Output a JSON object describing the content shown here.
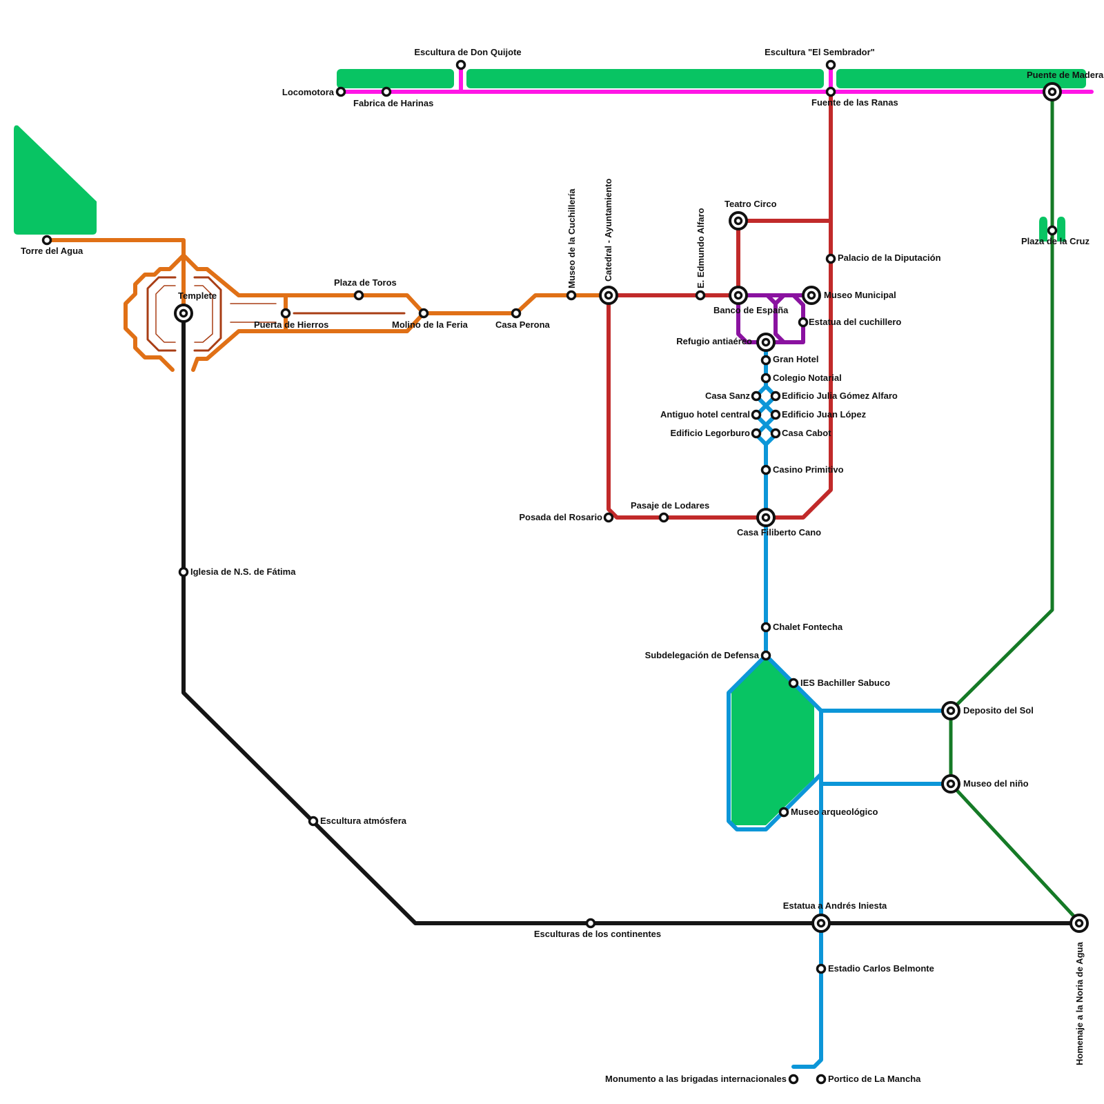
{
  "map": {
    "colors": {
      "park": "#08c463",
      "orange": "#e07016",
      "orange_dark": "#a83d14",
      "red": "#c12a2a",
      "purple": "#8a12a0",
      "blue": "#0c96d8",
      "magenta": "#ff16e6",
      "green": "#157a26",
      "black": "#151515"
    },
    "lines": [
      {
        "id": "magenta",
        "name": "Magenta line"
      },
      {
        "id": "orange",
        "name": "Orange line"
      },
      {
        "id": "red",
        "name": "Red line"
      },
      {
        "id": "purple",
        "name": "Purple line"
      },
      {
        "id": "blue",
        "name": "Blue line"
      },
      {
        "id": "green",
        "name": "Green line"
      },
      {
        "id": "black",
        "name": "Black line"
      }
    ],
    "stations": {
      "locomotora": "Locomotora",
      "fabrica_harinas": "Fabrica de Harinas",
      "don_quijote": "Escultura de Don Quijote",
      "el_sembrador": "Escultura \"El Sembrador\"",
      "fuente_ranas": "Fuente de las Ranas",
      "puente_madera": "Puente de Madera",
      "torre_agua": "Torre del Agua",
      "templete": "Templete",
      "plaza_toros": "Plaza de Toros",
      "puerta_hierros": "Puerta de Hierros",
      "molino_feria": "Molino de la Feria",
      "casa_perona": "Casa Perona",
      "museo_cuchilleria": "Museo de la Cuchillería",
      "catedral": "Catedral - Ayuntamiento",
      "edmundo_alfaro": "E. Edmundo Alfaro",
      "teatro_circo": "Teatro Circo",
      "palacio_diputacion": "Palacio de la Diputación",
      "banco_espana": "Banco de España",
      "museo_municipal": "Museo Municipal",
      "estatua_cuchillero": "Estatua del cuchillero",
      "refugio": "Refugio antiaéreo",
      "gran_hotel": "Gran Hotel",
      "colegio_notarial": "Colegio Notarial",
      "casa_sanz": "Casa Sanz",
      "julia_gomez": "Edificio Julia Gómez Alfaro",
      "antiguo_hotel": "Antiguo hotel central",
      "juan_lopez": "Edificio Juan López",
      "legorburo": "Edificio Legorburo",
      "casa_cabot": "Casa Cabot",
      "casino_primitivo": "Casino Primitivo",
      "posada_rosario": "Posada del Rosario",
      "pasaje_lodares": "Pasaje de Lodares",
      "filiberto_cano": "Casa Filiberto Cano",
      "plaza_cruz": "Plaza de la Cruz",
      "chalet_fontecha": "Chalet Fontecha",
      "subdelegacion": "Subdelegación de Defensa",
      "ies_sabuco": "IES Bachiller Sabuco",
      "deposito_sol": "Deposito del Sol",
      "museo_nino": "Museo del niño",
      "museo_arqueologico": "Museo arqueológico",
      "iglesia_fatima": "Iglesia de N.S. de Fátima",
      "escultura_atmosfera": "Escultura atmósfera",
      "esculturas_continentes": "Esculturas de los continentes",
      "andres_iniesta": "Estatua a Andrés Iniesta",
      "noria_agua": "Homenaje a la Noria de Agua",
      "estadio_belmonte": "Estadio Carlos Belmonte",
      "brigadas": "Monumento a las brigadas internacionales",
      "portico_mancha": "Portico de La Mancha"
    }
  }
}
